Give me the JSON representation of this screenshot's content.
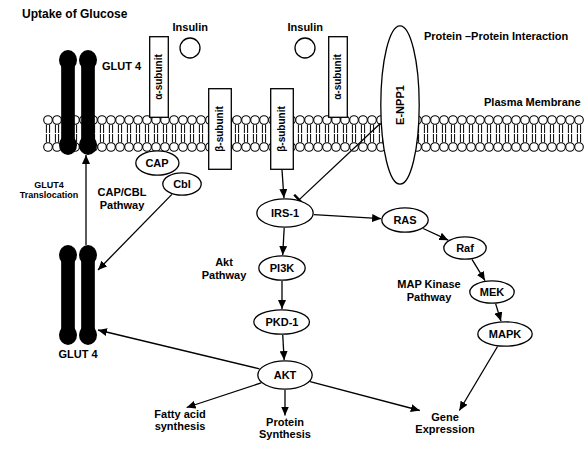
{
  "diagram": {
    "nodes": [
      {
        "text": [
          "GLUT 4"
        ]
      },
      {
        "text": [
          "Insulin"
        ]
      },
      {
        "text": [
          "α-subunit"
        ]
      },
      {
        "text": [
          "β-subunit"
        ]
      },
      {
        "text": [
          "Insulin"
        ]
      },
      {
        "text": [
          "β-subunit"
        ]
      },
      {
        "text": [
          "α-subunit"
        ]
      },
      {
        "text": [
          "E-NPP1"
        ]
      },
      {
        "text": [
          "CAP"
        ]
      },
      {
        "text": [
          "Cbl"
        ]
      },
      {
        "text": [
          "IRS-1"
        ]
      },
      {
        "text": [
          "RAS"
        ]
      },
      {
        "text": [
          "Raf"
        ]
      },
      {
        "text": [
          "PI3K"
        ]
      },
      {
        "text": [
          "MEK"
        ]
      },
      {
        "text": [
          "MAPK"
        ]
      },
      {
        "text": [
          "PKD-1"
        ]
      },
      {
        "text": [
          "GLUT 4"
        ]
      },
      {
        "text": [
          "AKT"
        ]
      },
      {
        "text": [
          "Fatty acid synthesis"
        ]
      },
      {
        "text": [
          "Protein Synthesis"
        ]
      },
      {
        "text": [
          "Gene Expression"
        ]
      }
    ],
    "edges": [
      {
        "from": 17,
        "to": 0,
        "arrow": "to",
        "label": "GLUT4 Translocation"
      },
      {
        "from": 9,
        "to": 17,
        "arrow": "to"
      },
      {
        "from": 5,
        "to": 10,
        "arrow": "to"
      },
      {
        "from": 7,
        "to": 10,
        "arrow": "to"
      },
      {
        "from": 10,
        "to": 11,
        "arrow": "to"
      },
      {
        "from": 11,
        "to": 12,
        "arrow": "to"
      },
      {
        "from": 12,
        "to": 14,
        "arrow": "to"
      },
      {
        "from": 14,
        "to": 15,
        "arrow": "to"
      },
      {
        "from": 10,
        "to": 13,
        "arrow": "to"
      },
      {
        "from": 13,
        "to": 16,
        "arrow": "to"
      },
      {
        "from": 16,
        "to": 18,
        "arrow": "to"
      },
      {
        "from": 18,
        "to": 17,
        "arrow": "to"
      },
      {
        "from": 18,
        "to": 19,
        "arrow": "to"
      },
      {
        "from": 18,
        "to": 20,
        "arrow": "to"
      },
      {
        "from": 18,
        "to": 21,
        "arrow": "to"
      },
      {
        "from": 15,
        "to": 21,
        "arrow": "to"
      }
    ],
    "labels": [
      "Uptake of Glucose",
      "Protein –Protein Interaction",
      "Plasma Membrane",
      "CAP/CBL Pathway",
      "Akt Pathway",
      "MAP Kinase Pathway"
    ]
  }
}
